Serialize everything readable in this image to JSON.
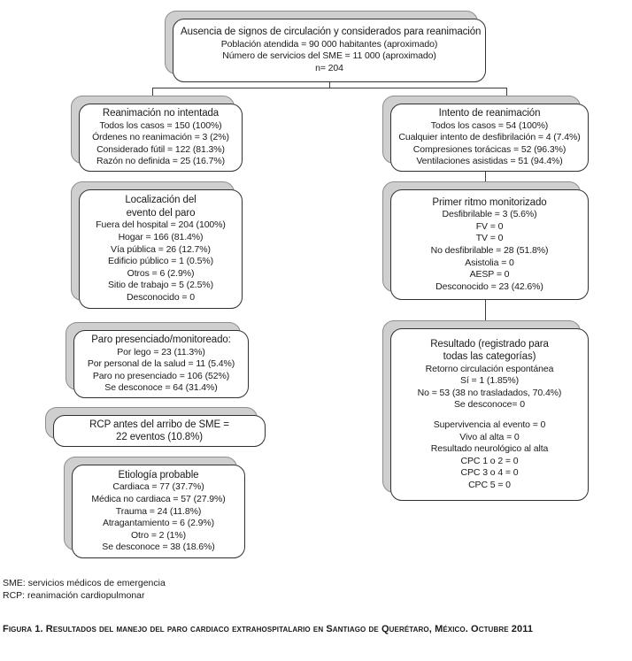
{
  "figure": {
    "caption": "Figura 1. Resultados del manejo del paro cardiaco extrahospitalario en Santiago de Querétaro, México. Octubre 2011",
    "footnotes": [
      "SME: servicios médicos de emergencia",
      "RCP: reanimación cardiopulmonar"
    ]
  },
  "colors": {
    "shadow": "#cfcfcf",
    "shadow_border": "#8d8d8d",
    "card_border": "#303030",
    "card_fill": "#ffffff",
    "connector": "#3b3b3b",
    "text": "#1a1a1a",
    "page_background": "#ffffff"
  },
  "nodes": {
    "root": {
      "id": "root",
      "lines": [
        "Ausencia de signos de circulación y considerados para reanimación",
        "Población atendida = 90 000 habitantes (aproximado)",
        "Número de servicios del SME = 11 000 (aproximado)",
        "n= 204"
      ]
    },
    "left_1": {
      "id": "reanimacion-no-intentada",
      "lines": [
        "Reanimación no intentada",
        "Todos los casos =  150 (100%)",
        "Órdenes no reanimación = 3 (2%)",
        "Considerado fútil = 122 (81.3%)",
        "Razón no definida = 25 (16.7%)"
      ]
    },
    "left_2": {
      "id": "localizacion-evento-paro",
      "lines": [
        "Localización del",
        "evento del paro",
        "Fuera del hospital = 204 (100%)",
        "Hogar = 166 (81.4%)",
        "Vía pública =  26 (12.7%)",
        "Edificio público = 1 (0.5%)",
        "Otros = 6 (2.9%)",
        "Sitio de trabajo = 5 (2.5%)",
        "Desconocido = 0"
      ]
    },
    "left_3": {
      "id": "paro-presenciado-monitoreado",
      "lines": [
        "Paro presenciado/monitoreado:",
        "Por lego =  23 (11.3%)",
        "Por personal de la salud = 11 (5.4%)",
        "Paro no presenciado = 106 (52%)",
        "Se desconoce = 64 (31.4%)"
      ]
    },
    "left_4": {
      "id": "rcp-antes-arribo-sme",
      "lines": [
        "RCP antes del arribo de SME =",
        "22 eventos (10.8%)"
      ]
    },
    "left_5": {
      "id": "etiologia-probable",
      "lines": [
        "Etiología probable",
        "Cardiaca =  77 (37.7%)",
        "Médica no cardiaca = 57 (27.9%)",
        "Trauma = 24 (11.8%)",
        "Atragantamiento = 6 (2.9%)",
        "Otro = 2 (1%)",
        "Se desconoce = 38 (18.6%)"
      ]
    },
    "right_1": {
      "id": "intento-de-reanimacion",
      "lines": [
        "Intento de reanimación",
        "Todos los casos = 54 (100%)",
        "Cualquier intento de desfibrilación =  4 (7.4%)",
        "Compresiones torácicas = 52 (96.3%)",
        "Ventilaciones asistidas =  51 (94.4%)"
      ]
    },
    "right_2": {
      "id": "primer-ritmo-monitorizado",
      "lines": [
        "Primer ritmo monitorizado",
        "Desfibrilable =  3 (5.6%)",
        "FV = 0",
        "TV = 0",
        "No desfibrilable =  28 (51.8%)",
        "Asistolia = 0",
        "AESP = 0",
        "Desconocido = 23 (42.6%)"
      ]
    },
    "right_3": {
      "id": "resultado-registrado-todas-categorias",
      "lines": [
        "Resultado (registrado para",
        "todas las categorías)",
        "Retorno circulación espontánea",
        "Sí = 1 (1.85%)",
        "No = 53 (38 no trasladados, 70.4%)",
        "Se desconoce= 0",
        "",
        "Supervivencia al evento = 0",
        "Vivo al alta = 0",
        "Resultado neurológico al alta",
        "CPC 1 o 2 = 0",
        "CPC 3 o 4 = 0",
        "CPC 5 = 0"
      ]
    }
  }
}
